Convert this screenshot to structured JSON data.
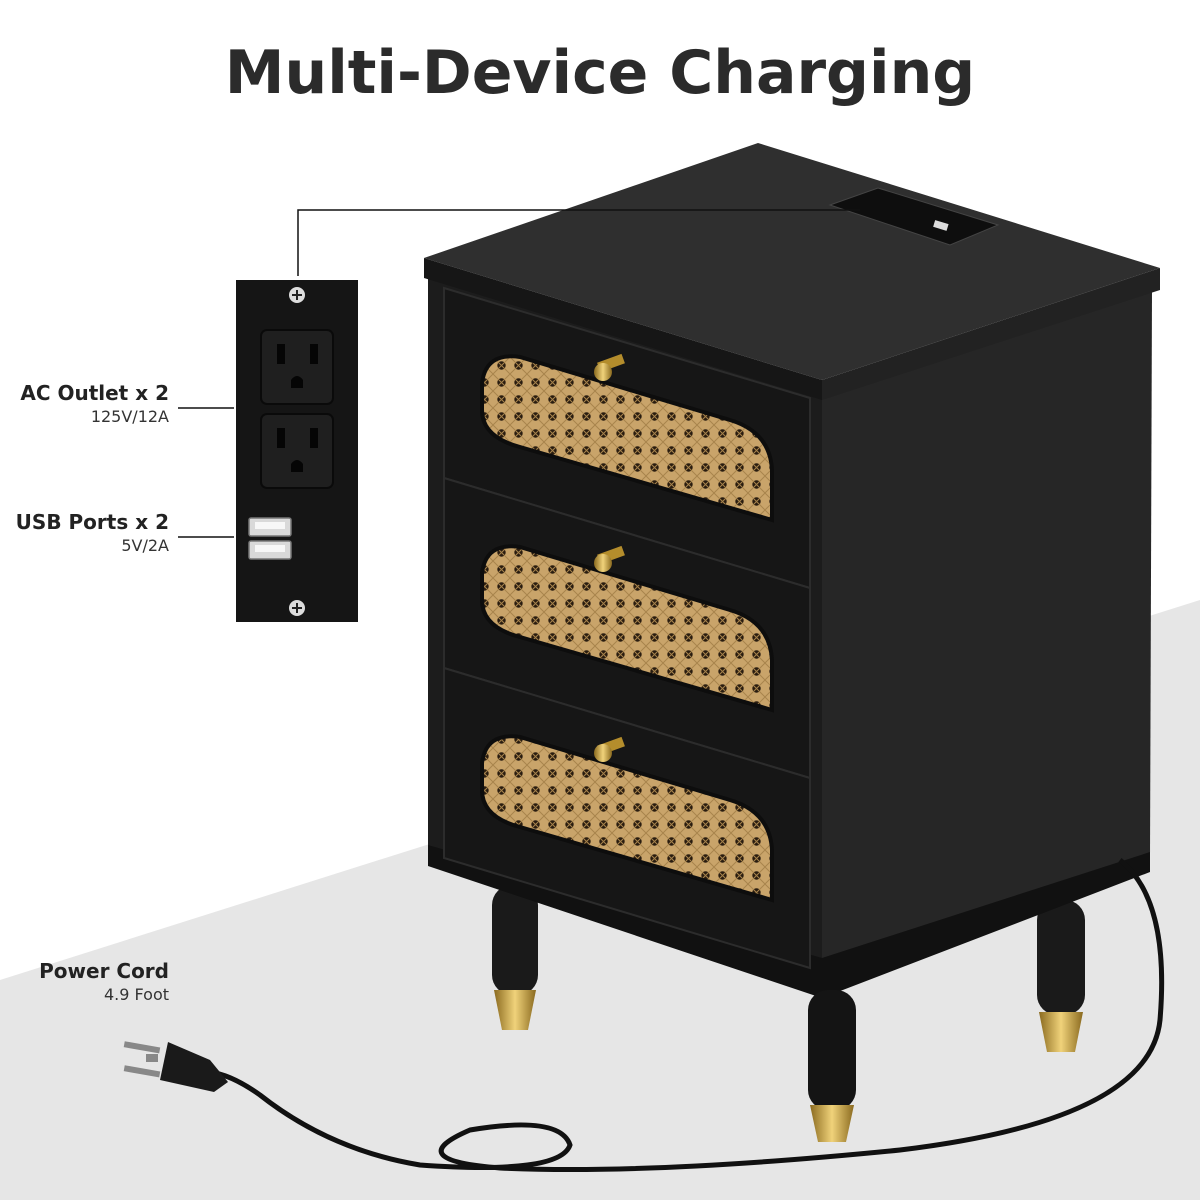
{
  "title": "Multi-Device Charging",
  "callouts": {
    "ac": {
      "main": "AC Outlet x 2",
      "sub": "125V/12A"
    },
    "usb": {
      "main": "USB Ports x 2",
      "sub": "5V/2A"
    },
    "cord": {
      "main": "Power Cord",
      "sub": "4.9 Foot"
    }
  },
  "colors": {
    "cabinet": "#1e1e1e",
    "rattan": "#c9a46a",
    "gold": "#c9a13b",
    "floor": "#e8e8e8"
  }
}
